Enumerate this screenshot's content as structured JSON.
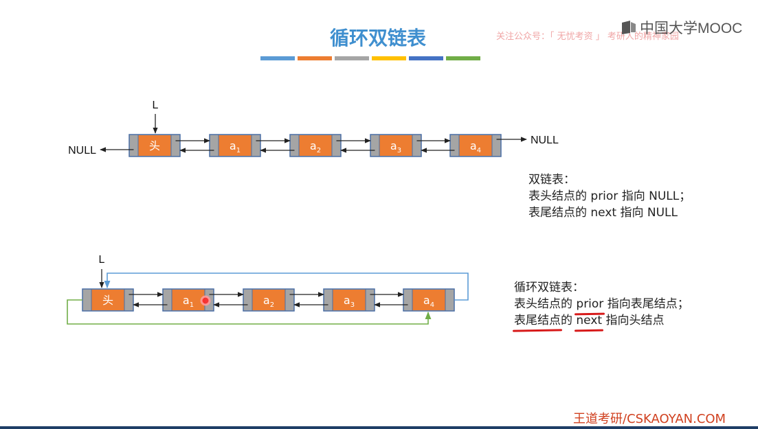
{
  "slide": {
    "title": "循环双链表",
    "watermark": "关注公众号：「 无忧考资 」 考研人的精神家园",
    "logo_text": "中国大学MOOC",
    "footer": "王道考研/CSKAOYAN.COM",
    "title_bar_colors": [
      "#5b9bd5",
      "#ed7d31",
      "#a5a5a5",
      "#ffc000",
      "#4472c4",
      "#70ad47"
    ]
  },
  "colors": {
    "node_fill": "#ed7d31",
    "pointer_fill": "#a5a5a5",
    "node_border": "#4a6fa5",
    "arrow": "#222222",
    "circular_next": "#5b9bd5",
    "circular_prior": "#70ad47",
    "annotation_red": "#d71a1a"
  },
  "diagram_top": {
    "pointer_label": "L",
    "left_null": "NULL",
    "right_null": "NULL",
    "nodes": [
      {
        "label": "头",
        "sub": ""
      },
      {
        "label": "a",
        "sub": "1"
      },
      {
        "label": "a",
        "sub": "2"
      },
      {
        "label": "a",
        "sub": "3"
      },
      {
        "label": "a",
        "sub": "4"
      }
    ]
  },
  "diagram_bottom": {
    "pointer_label": "L",
    "nodes": [
      {
        "label": "头",
        "sub": ""
      },
      {
        "label": "a",
        "sub": "1"
      },
      {
        "label": "a",
        "sub": "2"
      },
      {
        "label": "a",
        "sub": "3"
      },
      {
        "label": "a",
        "sub": "4"
      }
    ]
  },
  "note_top": {
    "heading": "双链表：",
    "line1": "表头结点的 prior 指向 NULL；",
    "line2": "表尾结点的 next 指向 NULL"
  },
  "note_bottom": {
    "heading": "循环双链表：",
    "line1_prefix": "表头结点的 ",
    "line1_keyword": "prior",
    "line1_suffix": " 指向表尾结点；",
    "line2_prefix": "表尾结点",
    "line2_mid": "的 ",
    "line2_keyword": "next",
    "line2_suffix": " 指向头结点"
  }
}
